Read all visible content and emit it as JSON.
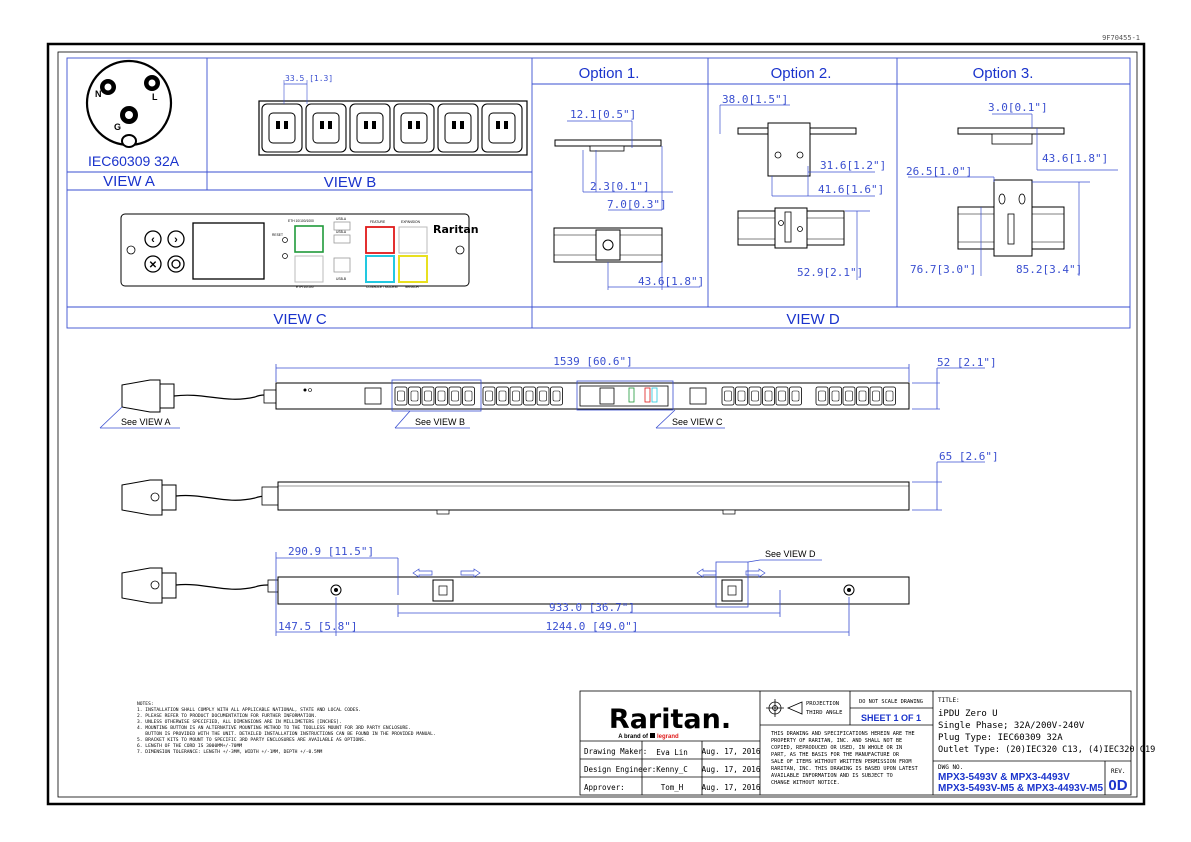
{
  "doc_number": "9F70455-1",
  "views": {
    "a_plug": "IEC60309 32A",
    "a": "VIEW A",
    "b": "VIEW B",
    "c": "VIEW C",
    "d": "VIEW D",
    "b_dim": "33.5 [1.3]"
  },
  "socket_letters": {
    "n": "N",
    "l": "L",
    "g": "G"
  },
  "options": {
    "o1": {
      "title": "Option 1.",
      "dims": [
        "12.1[0.5\"]",
        "2.3[0.1\"]",
        "7.0[0.3\"]",
        "43.6[1.8\"]"
      ]
    },
    "o2": {
      "title": "Option  2.",
      "dims": [
        "38.0[1.5\"]",
        "31.6[1.2\"]",
        "41.6[1.6\"]",
        "52.9[2.1\"]"
      ]
    },
    "o3": {
      "title": "Option 3.",
      "dims": [
        "3.0[0.1\"]",
        "26.5[1.0\"]",
        "43.6[1.8\"]",
        "76.7[3.0\"]",
        "85.2[3.4\"]"
      ]
    }
  },
  "panel": {
    "brand": "Raritan",
    "labels": [
      "ETH 10/100/1000",
      "RESET",
      "USB-A",
      "USB-A",
      "USB-B",
      "FEATURE",
      "EXPANSION",
      "ETH 10/100",
      "CONSOLE / MODEM",
      "SENSOR"
    ]
  },
  "main": {
    "len": "1539 [60.6\"]",
    "width": "52 [2.1\"]",
    "depth": "65 [2.6\"]",
    "see_a": "See VIEW A",
    "see_b": "See VIEW B",
    "see_c": "See VIEW C",
    "see_d": "See VIEW D",
    "d1": "290.9 [11.5\"]",
    "d2": "933.0 [36.7\"]",
    "d3": "147.5 [5.8\"]",
    "d4": "1244.0 [49.0\"]"
  },
  "notes": [
    "NOTES:",
    "1. INSTALLATION SHALL COMPLY WITH ALL APPLICABLE NATIONAL, STATE AND LOCAL CODES.",
    "2. PLEASE REFER TO PRODUCT DOCUMENTATION FOR FURTHER INFORMATION.",
    "3. UNLESS OTHERWISE SPECIFIED, ALL DIMENSIONS ARE IN MILLIMETERS [INCHES].",
    "4. MOUNTING BUTTON IS AN ALTERNATIVE MOUNTING METHOD TO THE TOOLLESS MOUNT FOR 3RD PARTY ENCLOSURE.",
    "   BUTTON IS PROVIDED WITH THE UNIT. DETAILED INSTALLATION INSTRUCTIONS CAN BE FOUND IN THE PROVIDED MANUAL.",
    "5. BRACKET KITS TO MOUNT TO SPECIFIC 3RD PARTY ENCLOSURES ARE AVAILABLE AS OPTIONS.",
    "6. LENGTH OF THE CORD IS 3000MM+/-70MM",
    "7. DIMENSION TOLERANCE: LENGTH +/-3MM, WIDTH +/-1MM, DEPTH +/-0.5MM"
  ],
  "titleblock": {
    "brand": "Raritan.",
    "brand_sub": "A brand of",
    "brand_sub2": "legrand",
    "rows": [
      {
        "role": "Drawing Maker:",
        "name": "Eva Lin",
        "date": "Aug. 17, 2016"
      },
      {
        "role": "Design Engineer:",
        "name": "Kenny_C",
        "date": "Aug. 17, 2016"
      },
      {
        "role": "Approver:",
        "name": "Tom_H",
        "date": "Aug. 17, 2016"
      }
    ],
    "projection": "PROJECTION",
    "projection2": "THIRD ANGLE",
    "do_not_scale": "DO NOT SCALE DRAWING",
    "sheet": "SHEET 1 OF 1",
    "disclaimer": [
      "THIS DRAWING AND SPECIFICATIONS HEREIN ARE THE",
      "PROPERTY OF RARITAN, INC. AND SHALL NOT BE",
      "COPIED, REPRODUCED OR USED, IN WHOLE OR IN",
      "PART, AS THE BASIS FOR THE MANUFACTURE OR",
      "SALE OF ITEMS WITHOUT WRITTEN PERMISSION FROM",
      "RARITAN, INC. THIS DRAWING IS BASED UPON LATEST",
      "AVAILABLE INFORMATION AND IS SUBJECT TO",
      "CHANGE WITHOUT NOTICE."
    ],
    "title_label": "TITLE:",
    "title_lines": [
      "iPDU Zero U",
      "Single Phase; 32A/200V-240V",
      "Plug Type: IEC60309 32A",
      "Outlet Type: (20)IEC320 C13, (4)IEC320 C19"
    ],
    "dwg_label": "DWG NO.",
    "dwg_lines": [
      "MPX3-5493V & MPX3-4493V",
      "MPX3-5493V-M5 & MPX3-4493V-M5"
    ],
    "rev_label": "REV.",
    "rev": "0D"
  }
}
